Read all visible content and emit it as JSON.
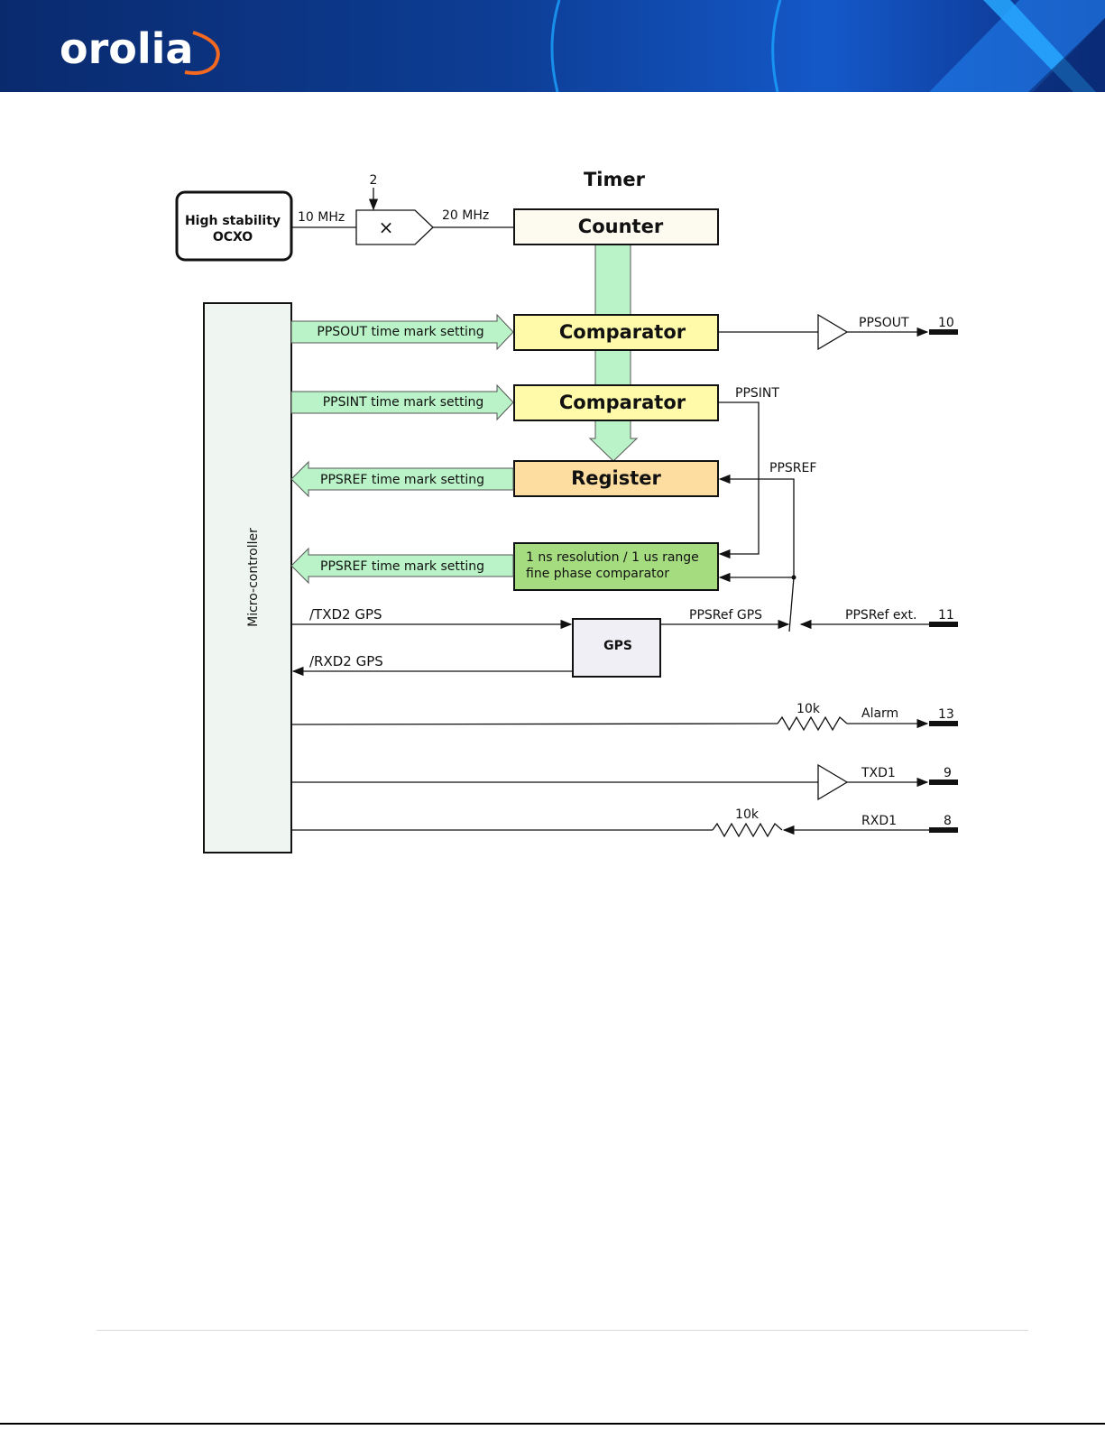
{
  "header": {
    "logo_text": "orolia",
    "colors": {
      "bg_dark": "#0b2f7a",
      "bg_mid": "#1556c4",
      "accent_cyan": "#1aa3ff",
      "logo_orange": "#f26a21"
    }
  },
  "diagram": {
    "ocxo": {
      "line1": "High stability",
      "line2": "OCXO"
    },
    "multiplier": {
      "factor": "2",
      "symbol": "×",
      "input_freq": "10 MHz",
      "output_freq": "20 MHz"
    },
    "timer": {
      "title": "Timer",
      "counter": "Counter",
      "comparator_out": "Comparator",
      "comparator_int": "Comparator",
      "register": "Register",
      "fine_line1": "1 ns resolution / 1 us range",
      "fine_line2": "fine phase comparator"
    },
    "microcontroller": "Micro-controller",
    "arrows": {
      "ppsout_setting": "PPSOUT time mark setting",
      "ppsint_setting": "PPSINT time mark setting",
      "ppsref_setting_1": "PPSREF time mark setting",
      "ppsref_setting_2": "PPSREF time mark setting"
    },
    "gps": {
      "label": "GPS",
      "txd": "/TXD2 GPS",
      "rxd": "/RXD2 GPS",
      "pps_out": "PPSRef GPS"
    },
    "signals": {
      "ppsint": "PPSINT",
      "ppsref": "PPSREF",
      "ppsout": "PPSOUT",
      "ppsref_ext": "PPSRef ext.",
      "alarm": "Alarm",
      "txd1": "TXD1",
      "rxd1": "RXD1",
      "res_alarm": "10k",
      "res_rxd": "10k"
    },
    "pins": {
      "ppsout": "10",
      "ppsref_ext": "11",
      "alarm": "13",
      "txd1": "9",
      "rxd1": "8"
    }
  }
}
